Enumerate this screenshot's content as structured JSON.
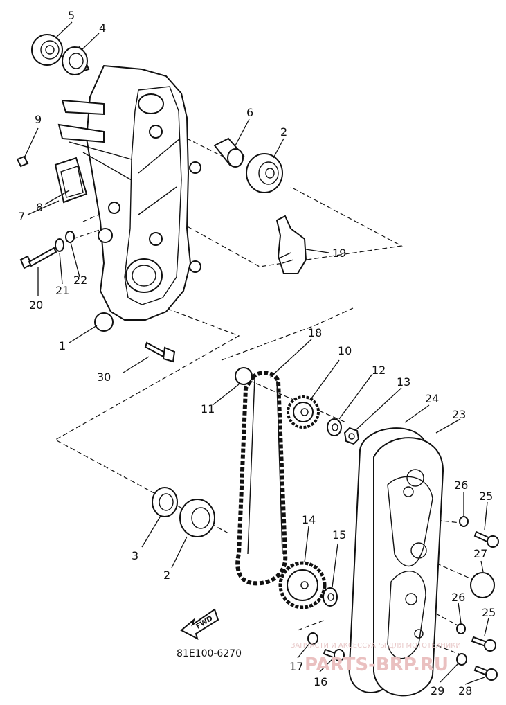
{
  "diagram": {
    "code": "81E100-6270",
    "fwd_label": "FWD",
    "watermark_top": "ЗАПЧАСТИ И АКСЕССУАРЫ ДЛЯ МОТОТЕХНИКИ",
    "watermark_brand": "PARTS-BRP.RU",
    "callouts": [
      "1",
      "2",
      "3",
      "4",
      "5",
      "6",
      "7",
      "8",
      "9",
      "10",
      "11",
      "12",
      "13",
      "14",
      "15",
      "16",
      "17",
      "18",
      "19",
      "20",
      "21",
      "22",
      "23",
      "24",
      "25",
      "26",
      "27",
      "28",
      "29",
      "30"
    ],
    "callout_2b": "2",
    "callout_25b": "25",
    "callout_26b": "26"
  }
}
